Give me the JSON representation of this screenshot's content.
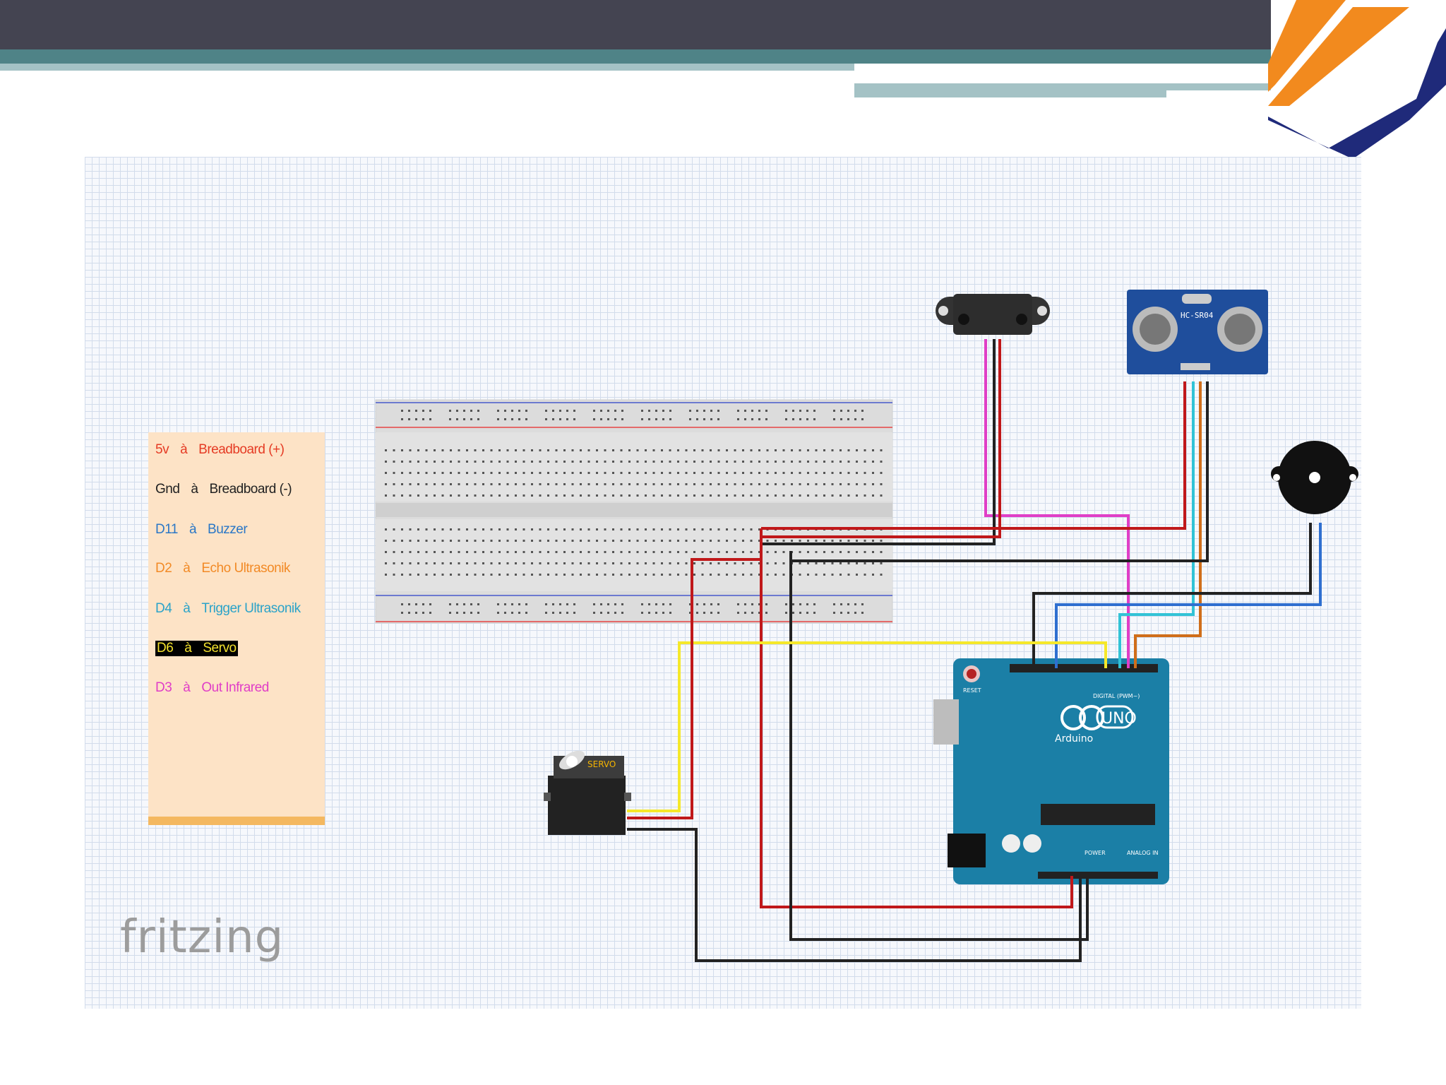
{
  "note": {
    "lines": [
      {
        "pin": "5v",
        "arrow": "à",
        "target": "Breadboard (+)"
      },
      {
        "pin": "Gnd",
        "arrow": "à",
        "target": "Breadboard (-)"
      },
      {
        "pin": "D11",
        "arrow": "à",
        "target": "Buzzer"
      },
      {
        "pin": "D2",
        "arrow": "à",
        "target": "Echo Ultrasonik"
      },
      {
        "pin": "D4",
        "arrow": "à",
        "target": "Trigger Ultrasonik"
      },
      {
        "pin": "D6",
        "arrow": "à",
        "target": "Servo"
      },
      {
        "pin": "D3",
        "arrow": "à",
        "target": "Out Infrared"
      }
    ]
  },
  "components": {
    "ultrasonic_label": "HC-SR04",
    "servo_label": "SERVO",
    "arduino_brand": "Arduino",
    "arduino_model": "UNO",
    "arduino_reset": "RESET",
    "arduino_digital": "DIGITAL (PWM~)",
    "arduino_power": "POWER",
    "arduino_analog": "ANALOG IN"
  },
  "watermark": "fritzing",
  "colors": {
    "topbar": "#444451",
    "accent_teal": "#4f8387",
    "accent_light": "#a4c2c5",
    "logo_orange": "#f28a1e",
    "logo_navy": "#1f2a7a",
    "arduino_blue": "#1b7fa6"
  }
}
